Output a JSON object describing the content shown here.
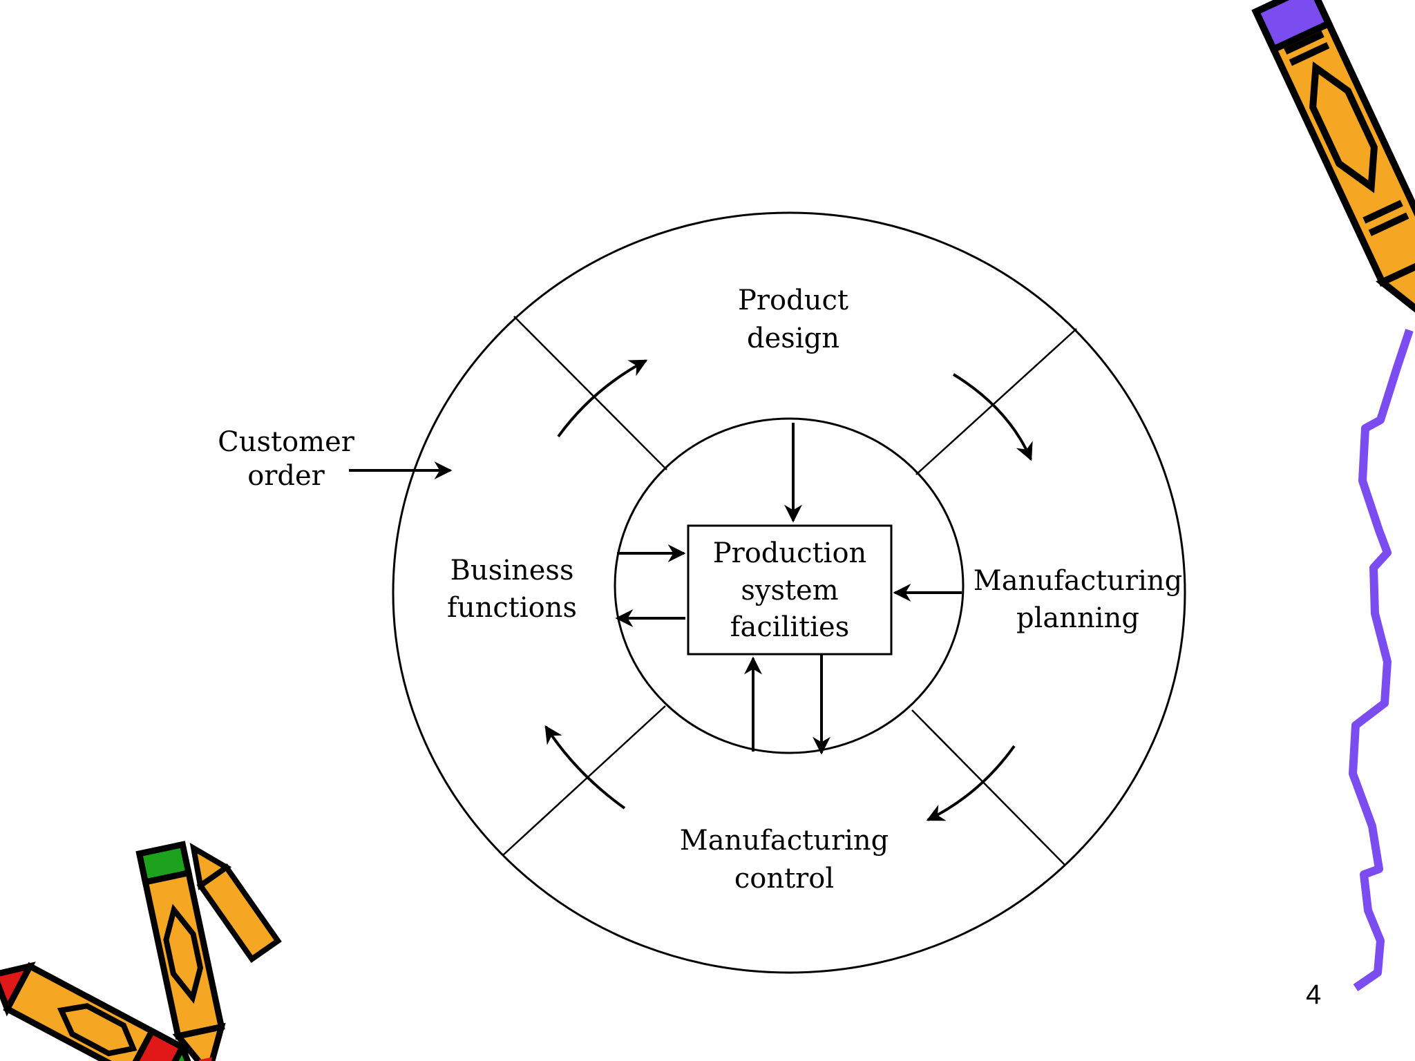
{
  "diagram": {
    "external_input": {
      "label_line1": "Customer",
      "label_line2": "order"
    },
    "sectors": {
      "top": {
        "line1": "Product",
        "line2": "design"
      },
      "right": {
        "line1": "Manufacturing",
        "line2": "planning"
      },
      "bottom": {
        "line1": "Manufacturing",
        "line2": "control"
      },
      "left": {
        "line1": "Business",
        "line2": "functions"
      }
    },
    "center": {
      "line1": "Production",
      "line2": "system",
      "line3": "facilities"
    }
  },
  "slide": {
    "page_number": "4"
  },
  "decorations": {
    "top_right_pencil": "pencil-icon",
    "bottom_left_pencils": "crayons-icon",
    "right_edge_line": "squiggle-line",
    "colors": {
      "orange": "#F5A623",
      "purple": "#7B4DF0",
      "green": "#1DA21D",
      "red": "#E01818"
    }
  }
}
